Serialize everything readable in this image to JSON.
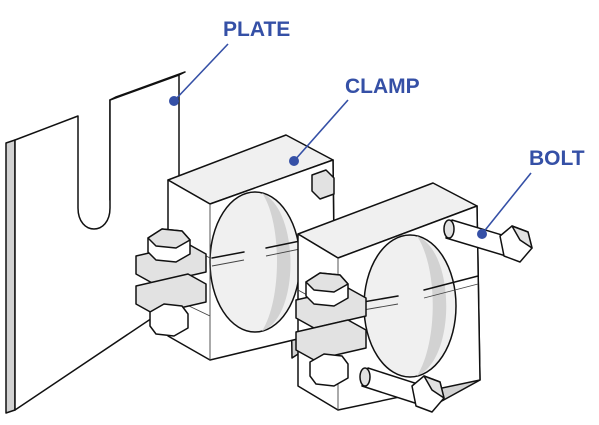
{
  "diagram": {
    "labels": {
      "plate": "PLATE",
      "clamp": "CLAMP",
      "bolt": "BOLT"
    },
    "colors": {
      "label": "#3550a6",
      "outline": "#111111",
      "background": "#ffffff"
    }
  }
}
